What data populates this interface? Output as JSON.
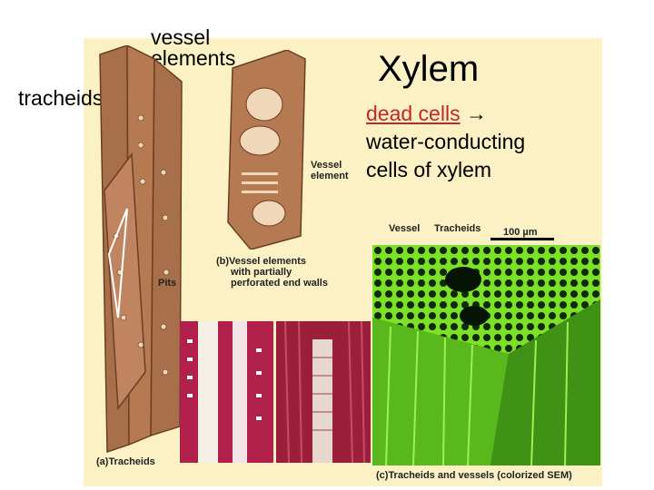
{
  "title": "Xylem",
  "labels": {
    "vessel_elements_line1": "vessel",
    "vessel_elements_line2": "elements",
    "tracheids": "tracheids"
  },
  "description": {
    "dead_cells": "dead cells",
    "arrow": "→",
    "line2": "water-conducting",
    "line3": "cells of xylem"
  },
  "figure": {
    "vessel_element_l1": "Vessel",
    "vessel_element_l2": "element",
    "caption_b_l1": "(b)Vessel elements",
    "caption_b_l2": "with partially",
    "caption_b_l3": "perforated end walls",
    "pits": "Pits",
    "caption_a": "(a)Tracheids",
    "sem_vessel": "Vessel",
    "sem_tracheids": "Tracheids",
    "scale": "100 µm",
    "caption_c": "(c)Tracheids and vessels (colorized SEM)"
  },
  "colors": {
    "background_panel": "#fbf1c4",
    "cell_brown": "#a8704a",
    "sem_green": "#6fd21e",
    "stain_magenta": "#b0204a",
    "dead_cells_red": "#c1272d"
  }
}
